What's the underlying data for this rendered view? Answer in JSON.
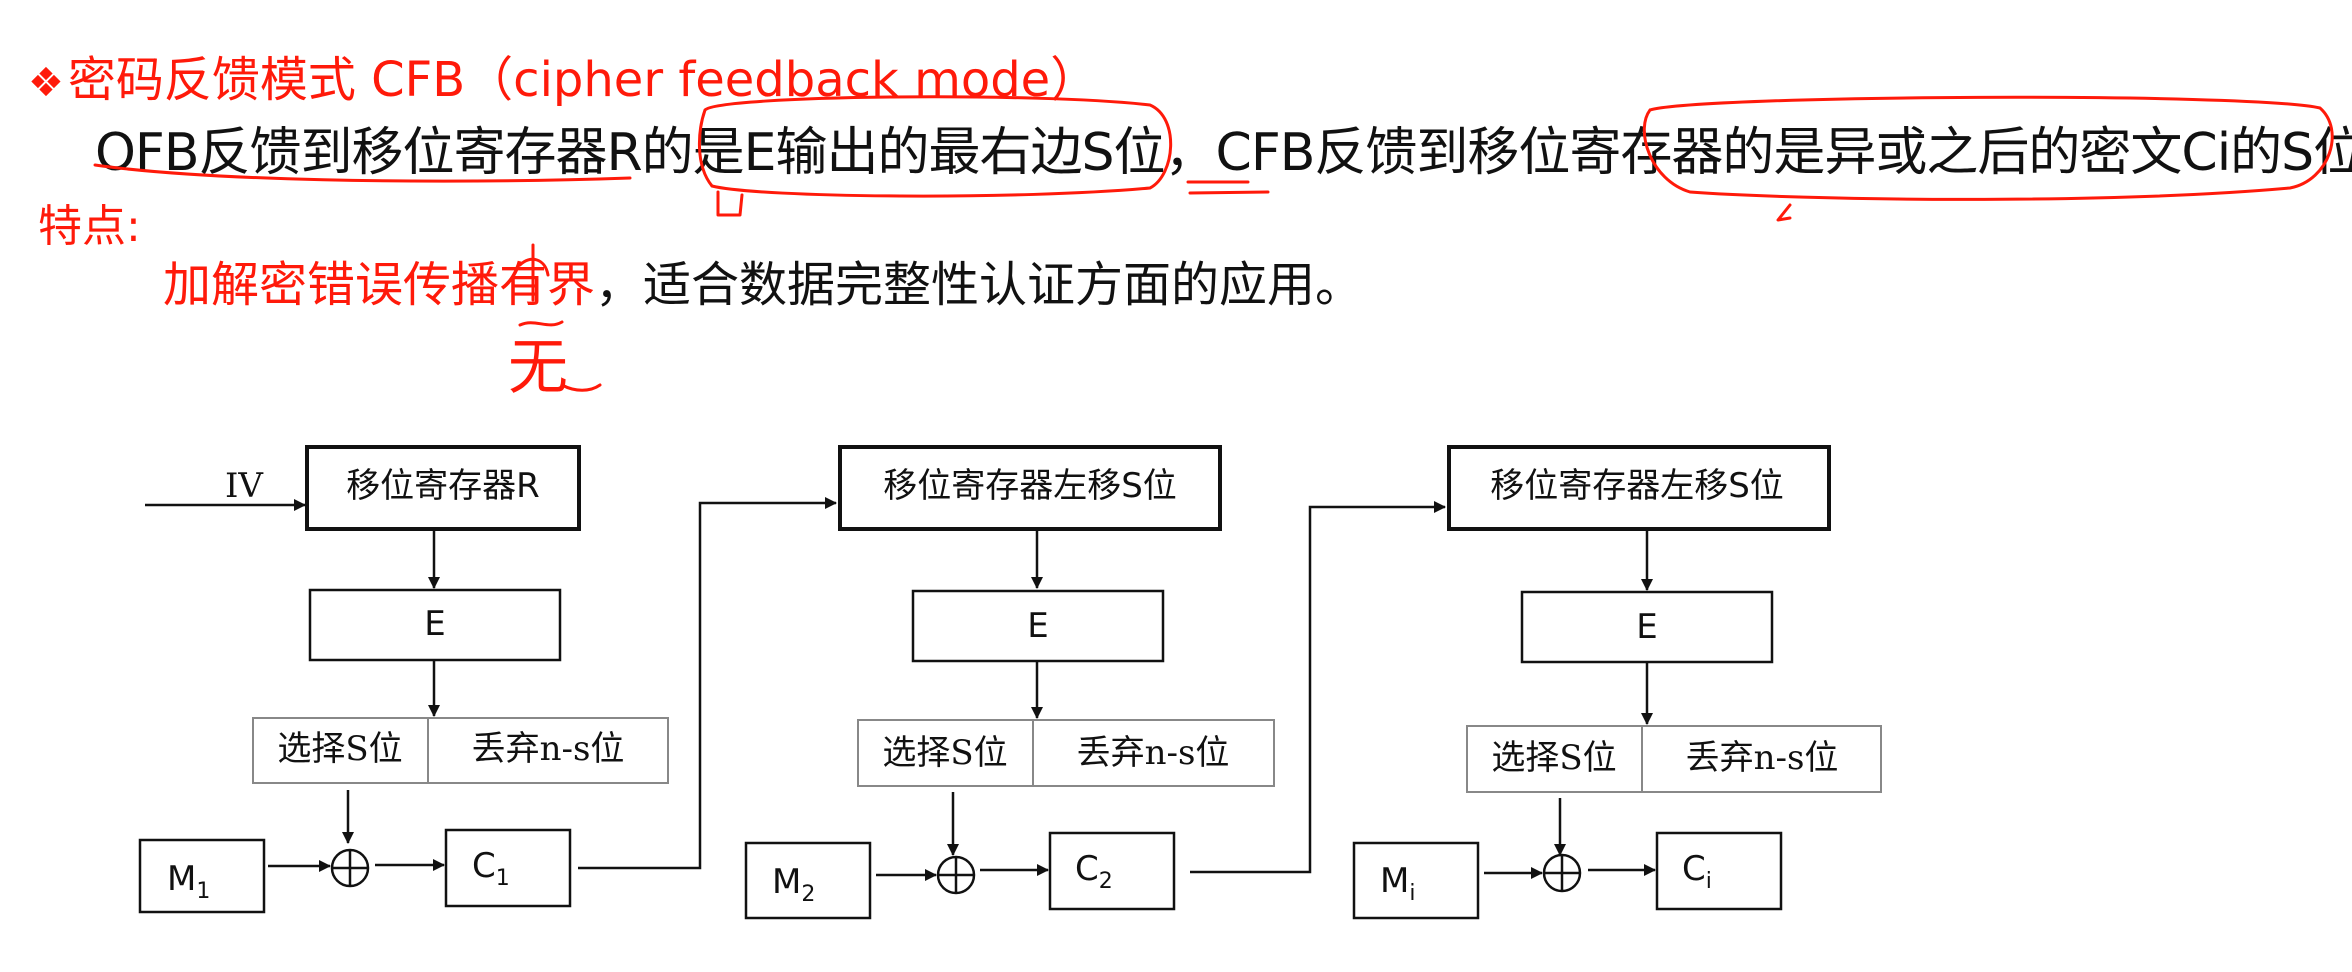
{
  "heading": {
    "bullet": "❖",
    "text": "密码反馈模式 CFB（cipher  feedback  mode）"
  },
  "description": {
    "text": "OFB反馈到移位寄存器R的是E输出的最右边S位，CFB反馈到移位寄存器的是异或之后的密文Ci的S位。"
  },
  "features": {
    "label": "特点:",
    "red_part": "加解密错误传播有界",
    "black_part": "，适合数据完整性认证方面的应用。",
    "handwritten_note": "无"
  },
  "diagram": {
    "iv_label": "IV",
    "stages": [
      {
        "register_label": "移位寄存器R",
        "encrypt_label": "E",
        "select_label": "选择S位",
        "discard_label": "丢弃n-s位",
        "plaintext": "M",
        "plaintext_sub": "1",
        "ciphertext": "C",
        "ciphertext_sub": "1"
      },
      {
        "register_label": "移位寄存器左移S位",
        "encrypt_label": "E",
        "select_label": "选择S位",
        "discard_label": "丢弃n-s位",
        "plaintext": "M",
        "plaintext_sub": "2",
        "ciphertext": "C",
        "ciphertext_sub": "2"
      },
      {
        "register_label": "移位寄存器左移S位",
        "encrypt_label": "E",
        "select_label": "选择S位",
        "discard_label": "丢弃n-s位",
        "plaintext": "M",
        "plaintext_sub": "i",
        "ciphertext": "C",
        "ciphertext_sub": "i"
      }
    ]
  },
  "colors": {
    "accent_red": "#ff1a0a",
    "text": "#111111"
  }
}
